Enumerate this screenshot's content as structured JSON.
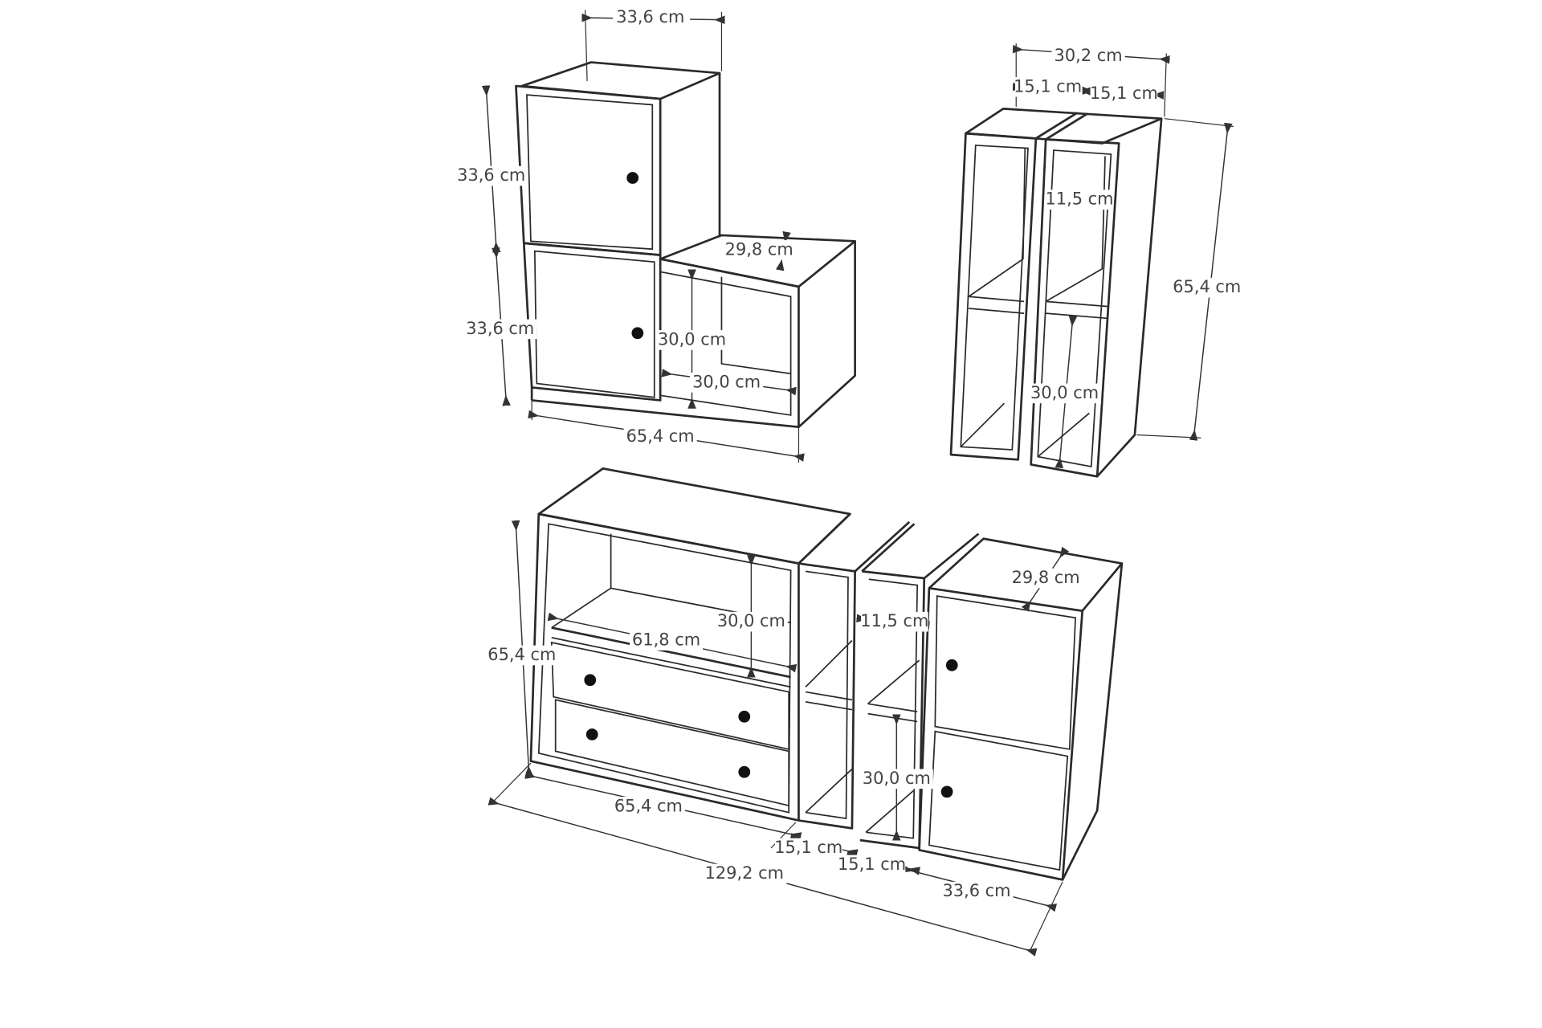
{
  "units": "cm",
  "corner_shelf": {
    "top_width": "33,6 cm",
    "upper_height": "33,6 cm",
    "lower_height": "33,6 cm",
    "open_depth": "29,8 cm",
    "open_height": "30,0 cm",
    "open_width": "30,0 cm",
    "total_width": "65,4 cm"
  },
  "tower": {
    "total_width": "30,2 cm",
    "left_width": "15,1 cm",
    "right_width": "15,1 cm",
    "compartment_width": "11,5 cm",
    "height": "65,4 cm",
    "compartment_height": "30,0 cm"
  },
  "sideboard": {
    "height": "65,4 cm",
    "open_height": "30,0 cm",
    "inner_width": "61,8 cm",
    "narrow_inner_width": "11,5 cm",
    "depth": "29,8 cm",
    "narrow_height": "30,0 cm",
    "left_width": "65,4 cm",
    "total_width": "129,2 cm",
    "narrow_a": "15,1 cm",
    "narrow_b": "15,1 cm",
    "right_width": "33,6 cm"
  }
}
